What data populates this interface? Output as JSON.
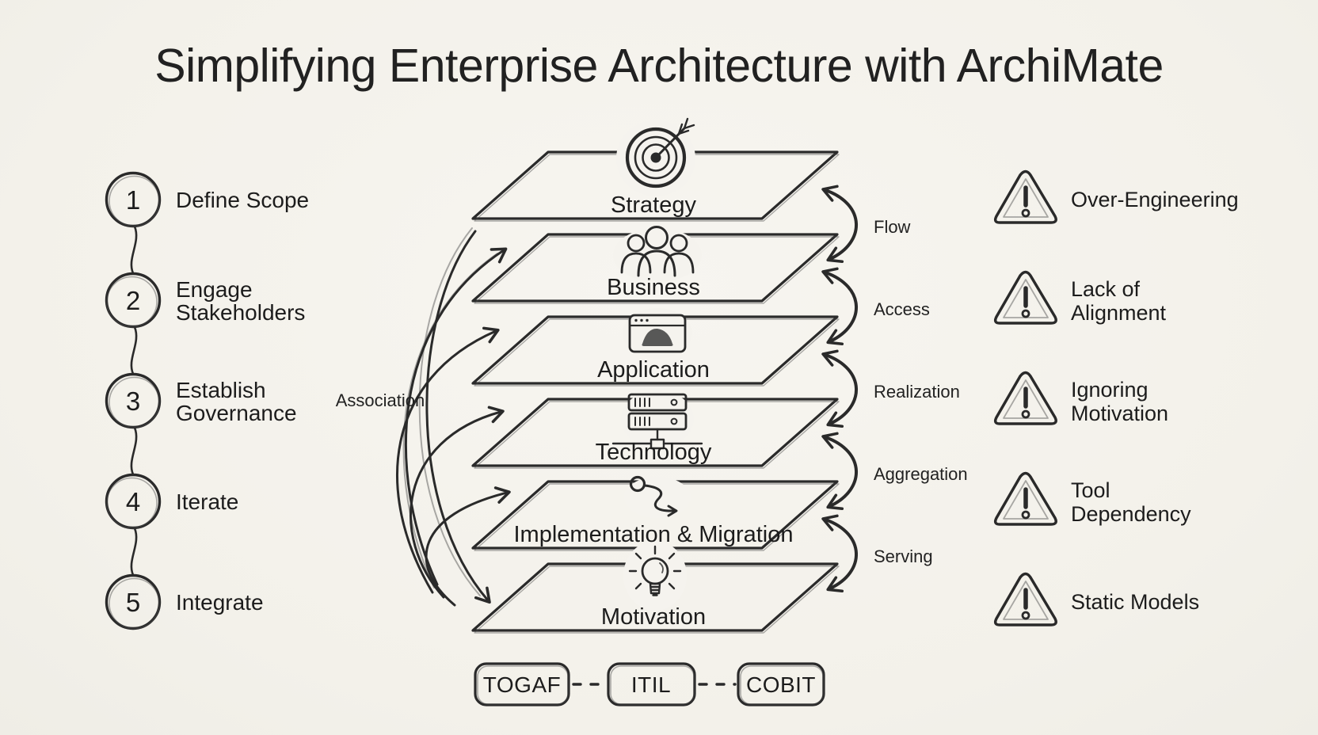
{
  "title": "Simplifying Enterprise Architecture with ArchiMate",
  "colors": {
    "background": "#f5f3ee",
    "ink": "#2a2a2a",
    "text": "#1d1d1d"
  },
  "steps": {
    "items": [
      {
        "number": "1",
        "lines": [
          "Define Scope"
        ]
      },
      {
        "number": "2",
        "lines": [
          "Engage",
          "Stakeholders"
        ]
      },
      {
        "number": "3",
        "lines": [
          "Establish",
          "Governance"
        ]
      },
      {
        "number": "4",
        "lines": [
          "Iterate"
        ]
      },
      {
        "number": "5",
        "lines": [
          "Integrate"
        ]
      }
    ]
  },
  "layers": {
    "items": [
      {
        "label": "Strategy",
        "icon": "target-icon"
      },
      {
        "label": "Business",
        "icon": "people-icon"
      },
      {
        "label": "Application",
        "icon": "app-window-icon"
      },
      {
        "label": "Technology",
        "icon": "server-icon"
      },
      {
        "label": "Implementation & Migration",
        "icon": "route-icon"
      },
      {
        "label": "Motivation",
        "icon": "lightbulb-icon"
      }
    ]
  },
  "relations": {
    "association_label": "Association",
    "right_labels": [
      "Flow",
      "Access",
      "Realization",
      "Aggregation",
      "Serving"
    ]
  },
  "pitfalls": {
    "icon": "warning-triangle-icon",
    "items": [
      {
        "lines": [
          "Over-Engineering"
        ]
      },
      {
        "lines": [
          "Lack of",
          "Alignment"
        ]
      },
      {
        "lines": [
          "Ignoring",
          "Motivation"
        ]
      },
      {
        "lines": [
          "Tool",
          "Dependency"
        ]
      },
      {
        "lines": [
          "Static Models"
        ]
      }
    ]
  },
  "frameworks": {
    "items": [
      {
        "label": "TOGAF"
      },
      {
        "label": "ITIL"
      },
      {
        "label": "COBIT"
      }
    ]
  }
}
